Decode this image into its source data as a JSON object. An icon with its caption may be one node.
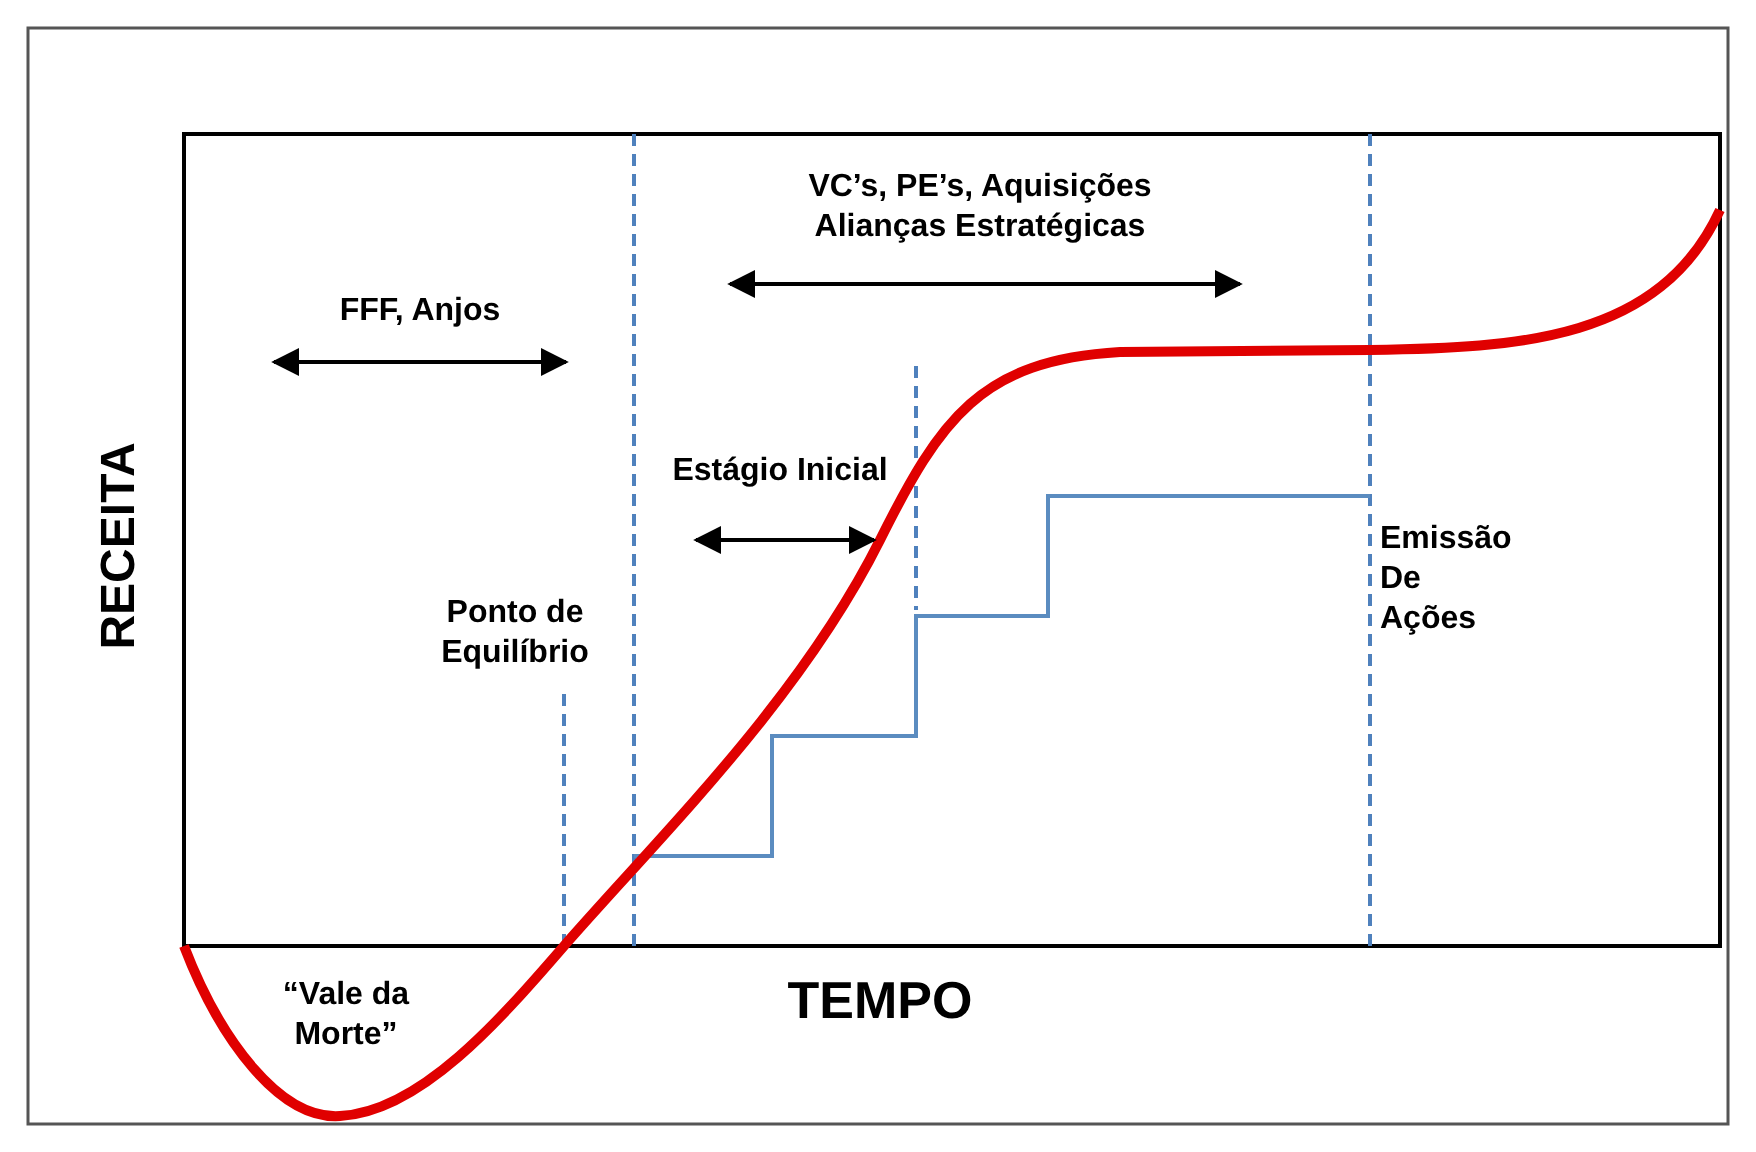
{
  "diagram": {
    "labels": [
      "VC’s, PE’s, Aquisições Alianças Estratégicas",
      "FFF, Anjos",
      "Estágio Inicial",
      "Ponto de Equilíbrio",
      "Emissão De Ações",
      "RECEITA",
      "“Vale da Morte”",
      "TEMPO"
    ]
  }
}
